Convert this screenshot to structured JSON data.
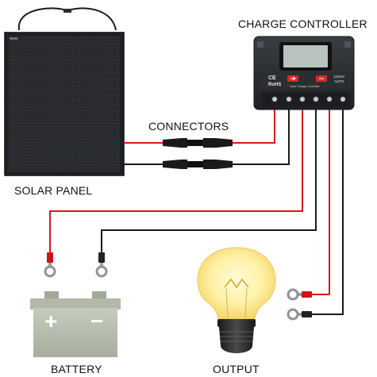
{
  "labels": {
    "solar_panel": "SOLAR PANEL",
    "connectors": "CONNECTORS",
    "charge_controller": "CHARGE CONTROLLER",
    "battery": "BATTERY",
    "output": "OUTPUT"
  },
  "controller": {
    "ce_mark": "CE",
    "rohs_mark": "RoHS",
    "model_text": "Solar Charge Controller",
    "voltage_line1": "12/24V",
    "voltage_line2": "AUTO"
  },
  "battery_marks": {
    "positive": "+",
    "negative": "−"
  },
  "colors": {
    "positive_wire": "#d41a1a",
    "negative_wire": "#1a1a1a",
    "controller_body": "#26282b",
    "lcd": "#b9c3bd",
    "battery_body": "#b8beae",
    "bulb_glow": "#fff1a6",
    "bulb_base": "#2a2a2a"
  },
  "icons": {
    "solar_panel": "solar-panel-icon",
    "controller": "charge-controller-icon",
    "battery": "battery-icon",
    "bulb": "light-bulb-icon"
  }
}
